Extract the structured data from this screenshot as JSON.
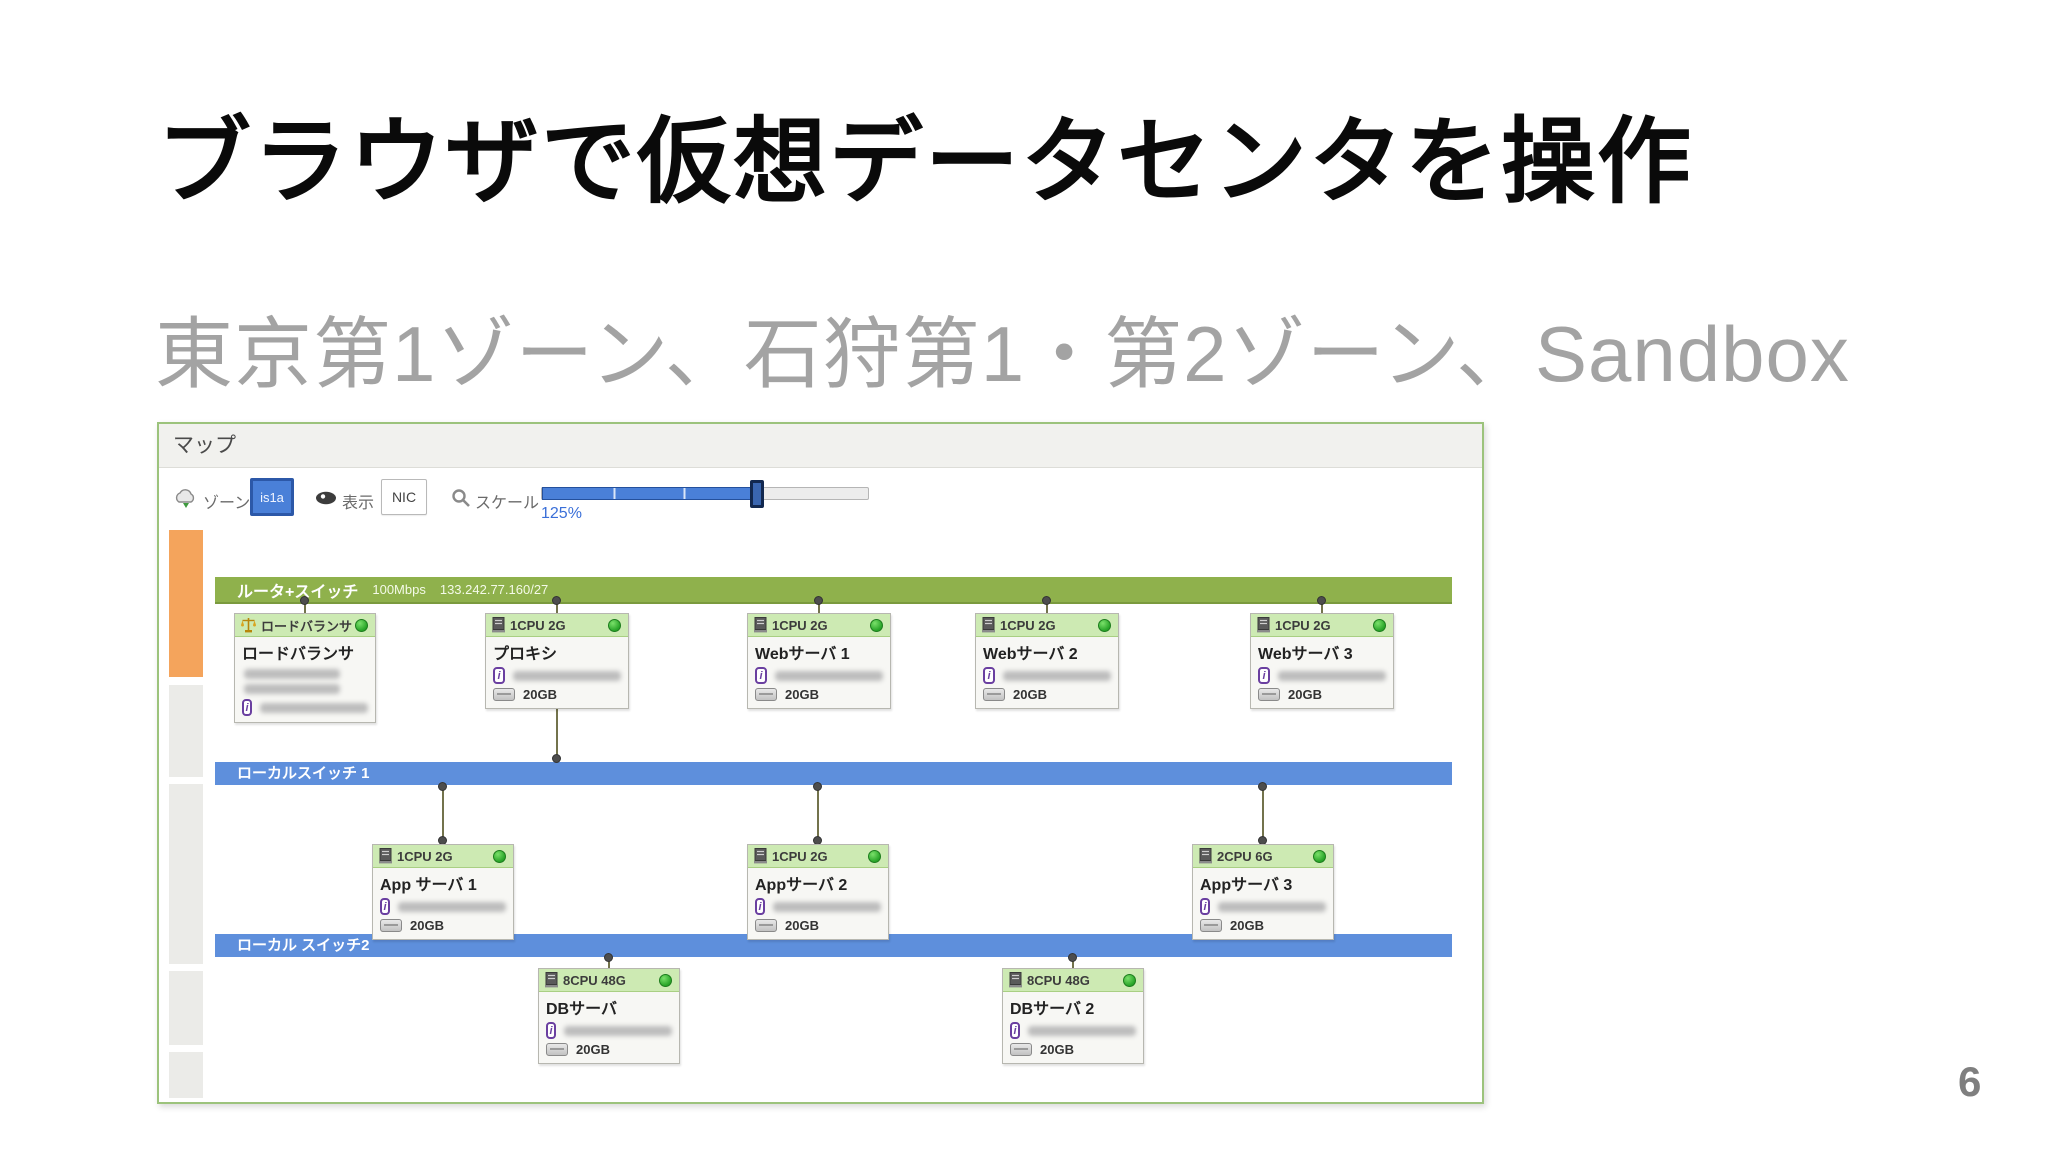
{
  "slide": {
    "title": "ブラウザで仮想データセンタを操作",
    "subtitle": "東京第1ゾーン、石狩第1・第2ゾーン、Sandbox",
    "page_number": "6"
  },
  "map_panel": {
    "title": "マップ",
    "toolbar": {
      "zone_label": "ゾーン",
      "zone_value": "is1a",
      "display_label": "表示",
      "display_value": "NIC",
      "scale_label": "スケール",
      "scale_value": "125%",
      "slider_percent": 66
    },
    "router_bar": {
      "label": "ルータ+スイッチ",
      "bandwidth": "100Mbps",
      "subnet": "133.242.77.160/27"
    },
    "switch1_label": "ローカルスイッチ 1",
    "switch2_label": "ローカル スイッチ2",
    "nodes": [
      {
        "kind": "load-balancer",
        "header": "ロードバランサ",
        "title": "ロードバランサ",
        "blurred_ip_lines": 2,
        "info_blurred": true
      },
      {
        "kind": "server",
        "header": "1CPU 2G",
        "title": "プロキシ",
        "info_blurred": true,
        "disk": "20GB"
      },
      {
        "kind": "server",
        "header": "1CPU 2G",
        "title": "Webサーバ 1",
        "info_blurred": true,
        "disk": "20GB"
      },
      {
        "kind": "server",
        "header": "1CPU 2G",
        "title": "Webサーバ 2",
        "info_blurred": true,
        "disk": "20GB"
      },
      {
        "kind": "server",
        "header": "1CPU 2G",
        "title": "Webサーバ 3",
        "info_blurred": true,
        "disk": "20GB"
      },
      {
        "kind": "server",
        "header": "1CPU 2G",
        "title": "App サーバ 1",
        "info_blurred": true,
        "disk": "20GB"
      },
      {
        "kind": "server",
        "header": "1CPU 2G",
        "title": "Appサーバ 2",
        "info_blurred": true,
        "disk": "20GB"
      },
      {
        "kind": "server",
        "header": "2CPU 6G",
        "title": "Appサーバ 3",
        "info_blurred": true,
        "disk": "20GB"
      },
      {
        "kind": "server",
        "header": "8CPU 48G",
        "title": "DBサーバ",
        "info_blurred": true,
        "disk": "20GB"
      },
      {
        "kind": "server",
        "header": "8CPU 48G",
        "title": "DBサーバ 2",
        "info_blurred": true,
        "disk": "20GB"
      }
    ],
    "colors": {
      "panel_border": "#9cc37c",
      "router_bar": "#8fb14c",
      "switch_bar": "#5e8fdc",
      "node_header": "#cdeab3",
      "zone_button": "#4a80d8",
      "strip_orange": "#f4a45c",
      "status_ok": "#28a428"
    }
  }
}
